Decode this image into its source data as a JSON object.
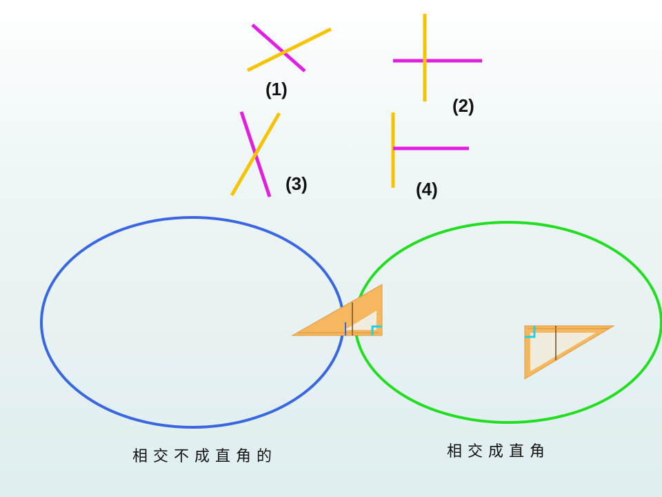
{
  "figures": [
    {
      "label": "(1)"
    },
    {
      "label": "(2)"
    },
    {
      "label": "(3)"
    },
    {
      "label": "(4)"
    }
  ],
  "sets": {
    "left_caption": "相交不成直角的",
    "right_caption": "相交成直角"
  },
  "colors": {
    "magenta": "#e020e0",
    "yellow": "#f5c400",
    "blue_ellipse": "#3a66e0",
    "green_ellipse": "#22dd22",
    "triangle_fill": "#f5b860",
    "right_angle_marker": "#22d0e0"
  },
  "icons": [
    "set-square-icon",
    "set-square-icon"
  ]
}
